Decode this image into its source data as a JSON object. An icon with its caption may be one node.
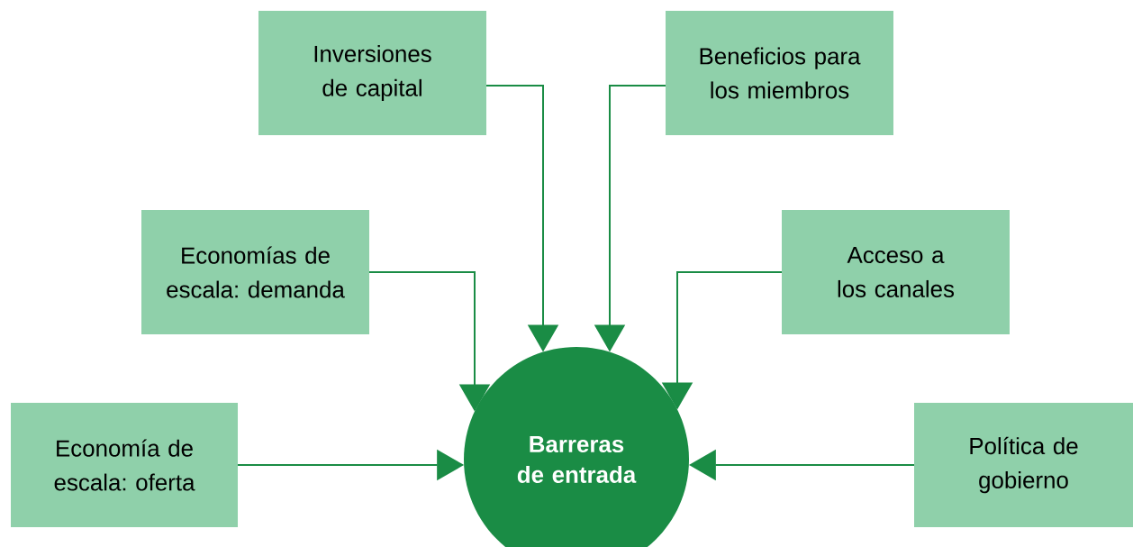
{
  "diagram": {
    "nodes": [
      {
        "text": [
          "Barreras de entrada"
        ]
      },
      {
        "text": [
          "Inversiones de capital"
        ]
      },
      {
        "text": [
          "Beneficios para los miembros"
        ]
      },
      {
        "text": [
          "Economías de escala: demanda"
        ]
      },
      {
        "text": [
          "Acceso a los canales"
        ]
      },
      {
        "text": [
          "Economía de escala: oferta"
        ]
      },
      {
        "text": [
          "Política de gobierno"
        ]
      }
    ],
    "edges": [
      {
        "from": 1,
        "to": 0,
        "arrow": "to"
      },
      {
        "from": 2,
        "to": 0,
        "arrow": "to"
      },
      {
        "from": 3,
        "to": 0,
        "arrow": "to"
      },
      {
        "from": 4,
        "to": 0,
        "arrow": "to"
      },
      {
        "from": 5,
        "to": 0,
        "arrow": "to"
      },
      {
        "from": 6,
        "to": 0,
        "arrow": "to"
      }
    ]
  }
}
